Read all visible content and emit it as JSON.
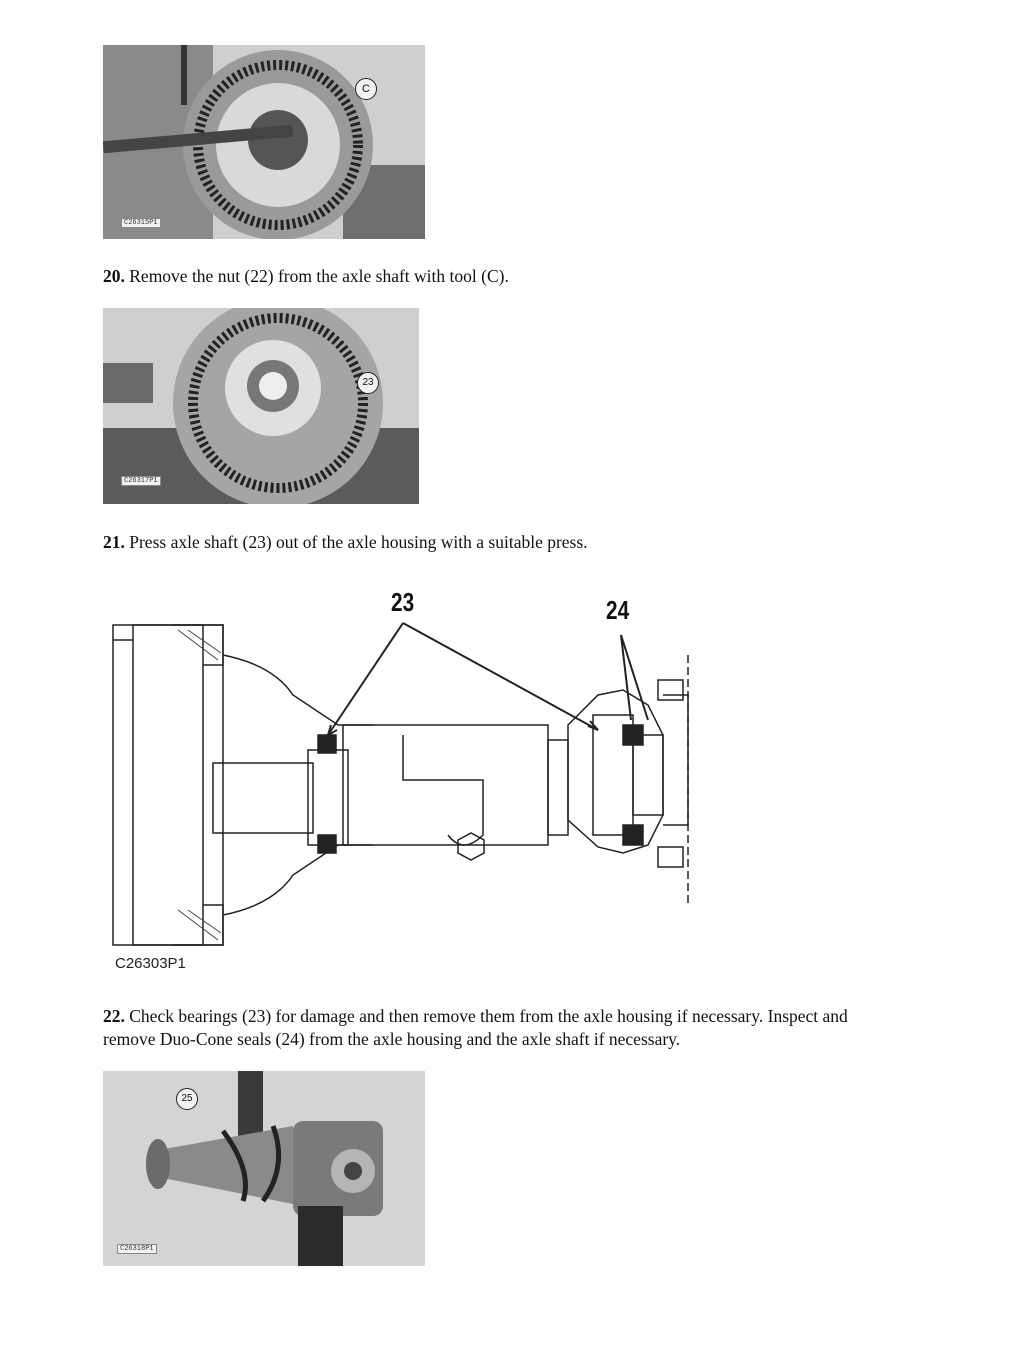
{
  "figures": [
    {
      "plate_code": "C26315P1",
      "callout": "C"
    },
    {
      "plate_code": "C26317P1",
      "callout": "23"
    },
    {
      "plate_code": "C26303P1",
      "callouts": [
        "23",
        "24"
      ]
    },
    {
      "plate_code": "C26318P1",
      "callout": "25"
    }
  ],
  "steps": [
    {
      "number": "20.",
      "text": " Remove the nut (22) from the axle shaft with tool (C)."
    },
    {
      "number": "21.",
      "text": " Press axle shaft (23) out of the axle housing with a suitable press."
    },
    {
      "number": "22.",
      "text": " Check bearings (23) for damage and then remove them from the axle housing if necessary. Inspect and remove Duo-Cone seals (24) from the axle housing and the axle shaft if necessary."
    }
  ]
}
